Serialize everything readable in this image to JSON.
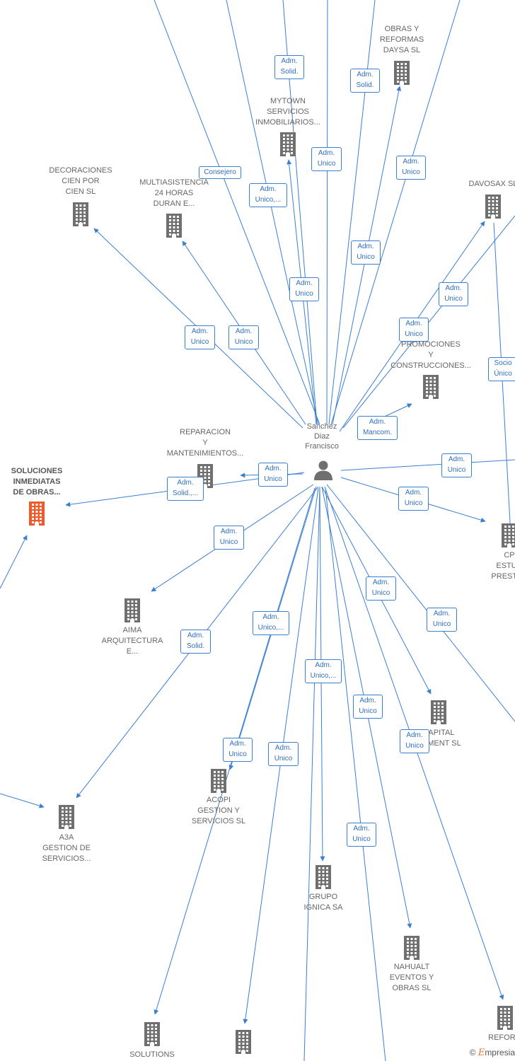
{
  "colors": {
    "edge": "#3b7fd1",
    "building": "#6f6f6f",
    "highlight": "#f05a28"
  },
  "center": {
    "label": "Sanchez\nDiaz\nFrancisco",
    "icon": "person-icon"
  },
  "nodes": [
    {
      "id": "obras",
      "label": "OBRAS Y\nREFORMAS\nDAYSA  SL"
    },
    {
      "id": "mytown",
      "label": "MYTOWN\nSERVICIOS\nINMOBILIARIOS..."
    },
    {
      "id": "decoraciones",
      "label": "DECORACIONES\nCIEN POR\nCIEN  SL"
    },
    {
      "id": "multiasistencia",
      "label": "MULTIASISTENCIA\n24 HORAS\nDURAN E..."
    },
    {
      "id": "davosax",
      "label": "DAVOSAX  SL"
    },
    {
      "id": "promociones",
      "label": "PROMOCIONES\nY\nCONSTRUCCIONES..."
    },
    {
      "id": "reparacion",
      "label": "REPARACION\nY\nMANTENIMIENTOS..."
    },
    {
      "id": "soluciones",
      "label": "SOLUCIONES\nINMEDIATAS\nDE OBRAS..."
    },
    {
      "id": "cp",
      "label": "CP\nESTUD\nPRESTAC"
    },
    {
      "id": "aima",
      "label": "AIMA\nARQUITECTURA\nE..."
    },
    {
      "id": "capital",
      "label": "CAPITAL\nGEMENT SL"
    },
    {
      "id": "acopi",
      "label": "ACOPI\nGESTION Y\nSERVICIOS  SL"
    },
    {
      "id": "a3a",
      "label": "A3A\nGESTION DE\nSERVICIOS..."
    },
    {
      "id": "grupo",
      "label": "GRUPO\nIGNICA SA"
    },
    {
      "id": "nahualt",
      "label": "NAHUALT\nEVENTOS Y\nOBRAS  SL"
    },
    {
      "id": "reform",
      "label": "REFORM"
    },
    {
      "id": "solutions",
      "label": "SOLUTIONS"
    },
    {
      "id": "serrayen",
      "label": ""
    }
  ],
  "edge_labels": [
    "Adm.\nSolid.",
    "Adm.\nSolid.",
    "Adm.\nUnico",
    "Consejero",
    "Adm.\nUnico,...",
    "Adm.\nUnico",
    "Adm.\nUnico",
    "Adm.\nUnico",
    "Adm.\nUnico",
    "Adm.\nUnico",
    "Adm.\nUnico",
    "Socio\nÚnico",
    "Adm.\nMancom.",
    "Adm.\nUnico",
    "Adm.\nSolid.,...",
    "Adm.\nUnico",
    "Adm.\nUnico",
    "Adm.\nUnico",
    "Adm.\nUnico",
    "Adm.\nUnico",
    "Adm.\nSolid.",
    "Adm.\nUnico,...",
    "Adm.\nUnico,...",
    "Adm.\nUnico",
    "Adm.\nUnico",
    "Adm.\nUnico",
    "Adm.\nUnico",
    "Adm.\nUnico",
    "Adm.\nUnico"
  ],
  "brand": {
    "copyright": "©",
    "name_first": "E",
    "name_rest": "mpresia"
  }
}
